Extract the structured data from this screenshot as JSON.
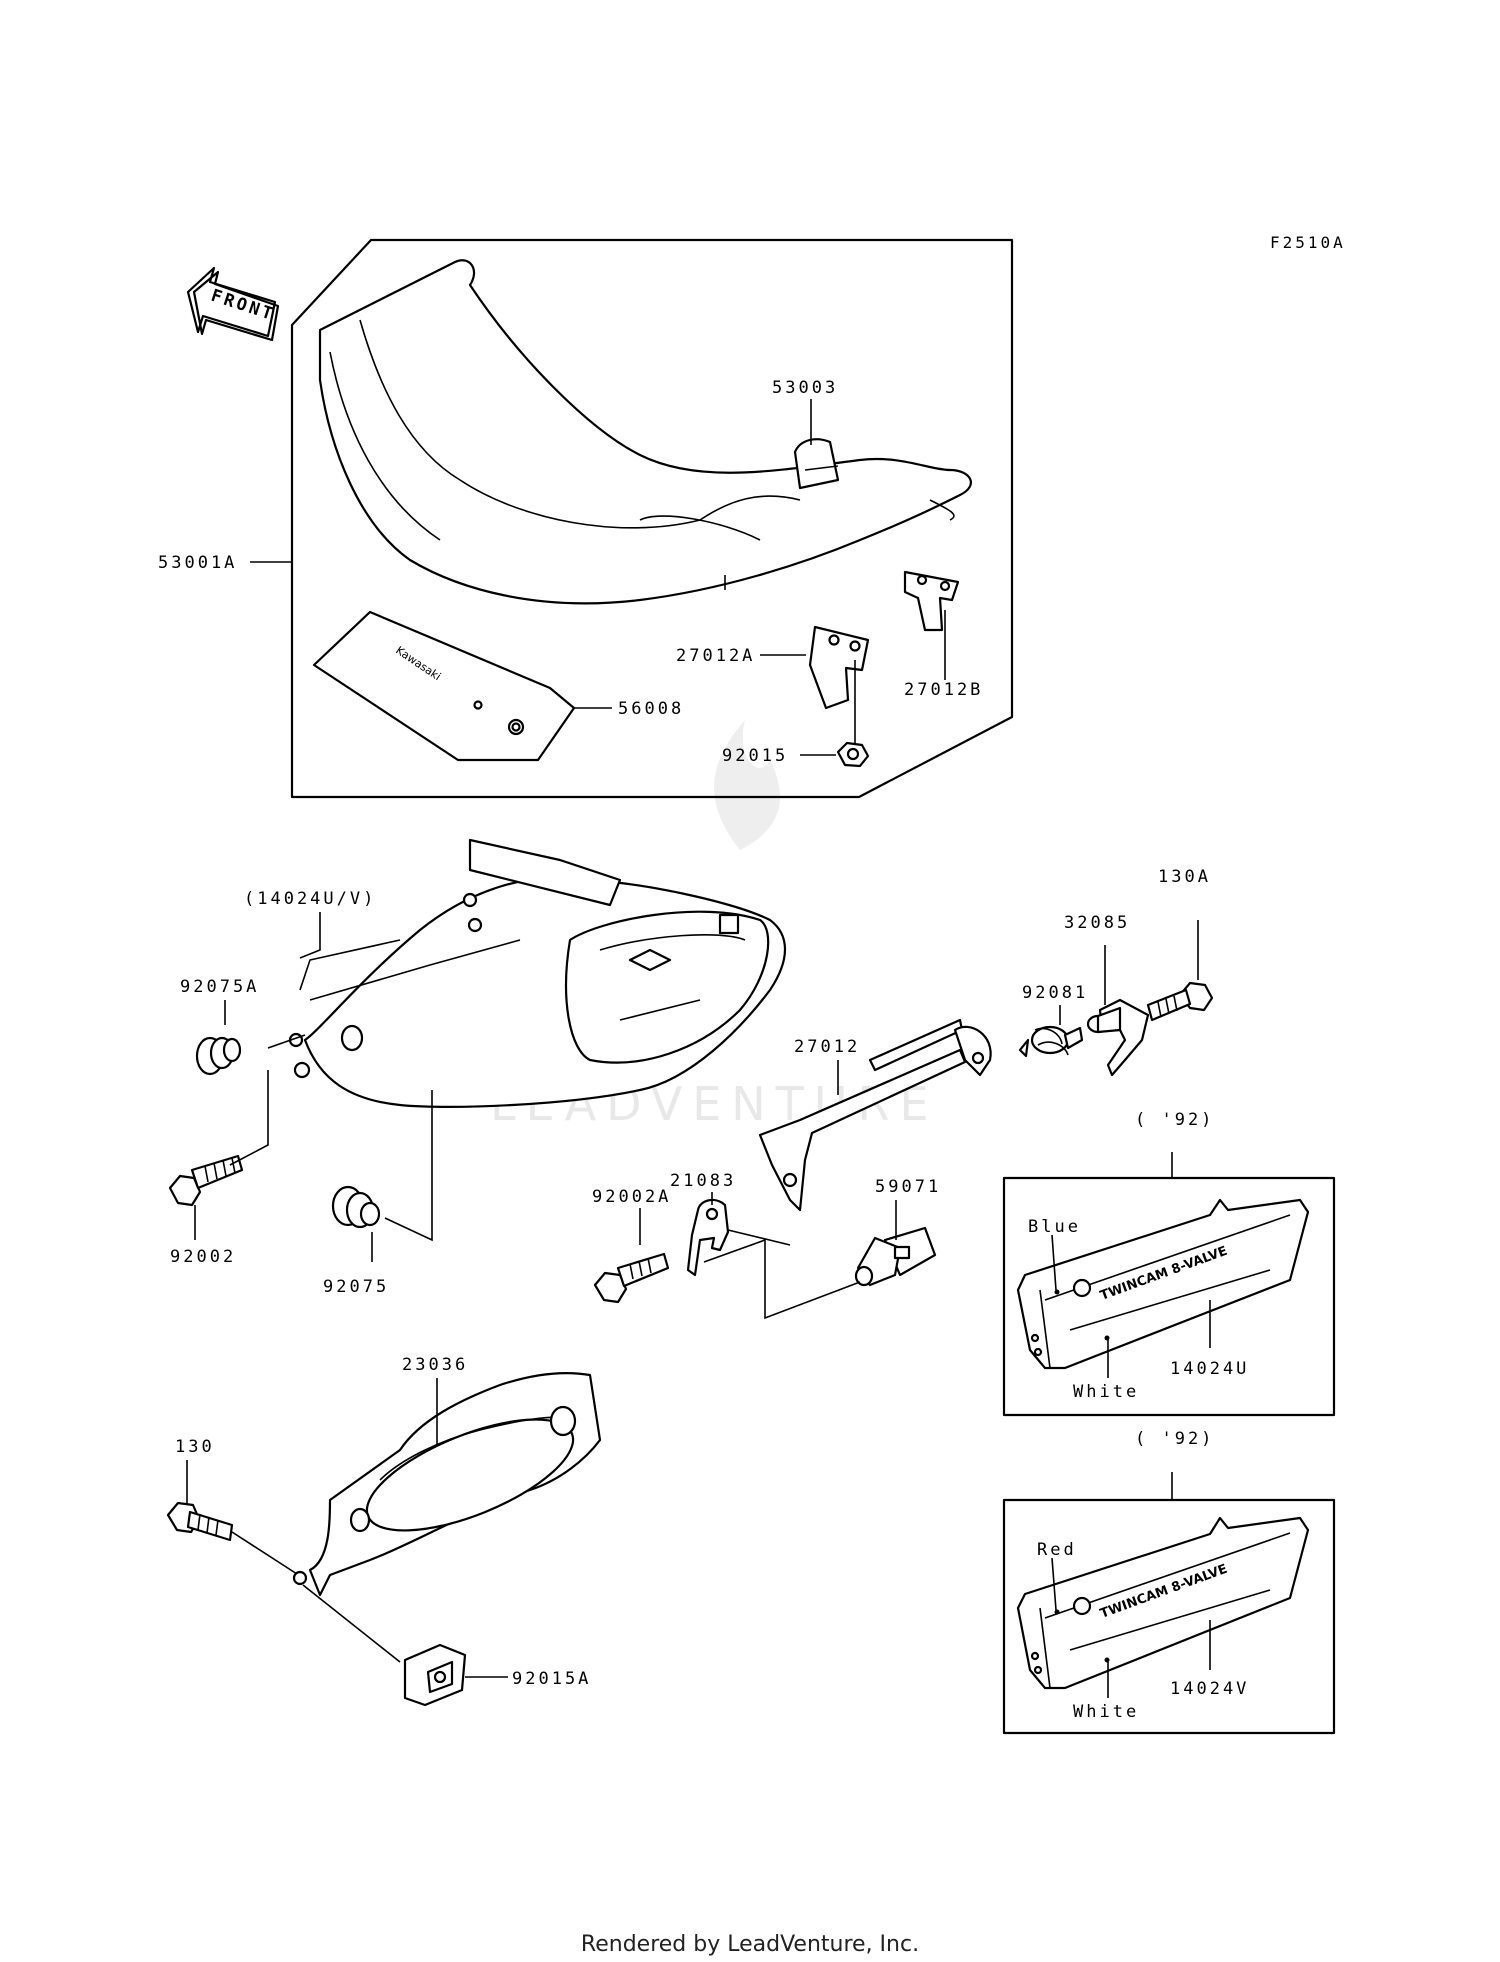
{
  "diagram_code": "F2510A",
  "front_arrow": "FRONT",
  "watermark": "LEADVENTURE",
  "seat_box": {
    "labels": {
      "seat": "53001A",
      "strap": "53003",
      "sheet": "56008",
      "bracket_a": "27012A",
      "bracket_b": "27012B",
      "nut": "92015"
    }
  },
  "main_labels": {
    "cover_set": "(14024U/V)",
    "grommet_a": "92075A",
    "bolt": "92002",
    "grommet": "92075",
    "hook": "27012",
    "pin": "92081",
    "stopper": "32085",
    "bolt_a": "130A",
    "lever": "21083",
    "bolt_b": "92002A",
    "damper": "59071",
    "holder": "23036",
    "bolt_c": "130",
    "nut_a": "92015A"
  },
  "inset_u": {
    "year": "( '92)",
    "color_top": "Blue",
    "color_bottom": "White",
    "decal": "TWINCAM 8-VALVE",
    "part": "14024U"
  },
  "inset_v": {
    "year": "( '92)",
    "color_top": "Red",
    "color_bottom": "White",
    "decal": "TWINCAM 8-VALVE",
    "part": "14024V"
  },
  "sheet_brand": "Kawasaki",
  "footer": "Rendered by LeadVenture, Inc."
}
